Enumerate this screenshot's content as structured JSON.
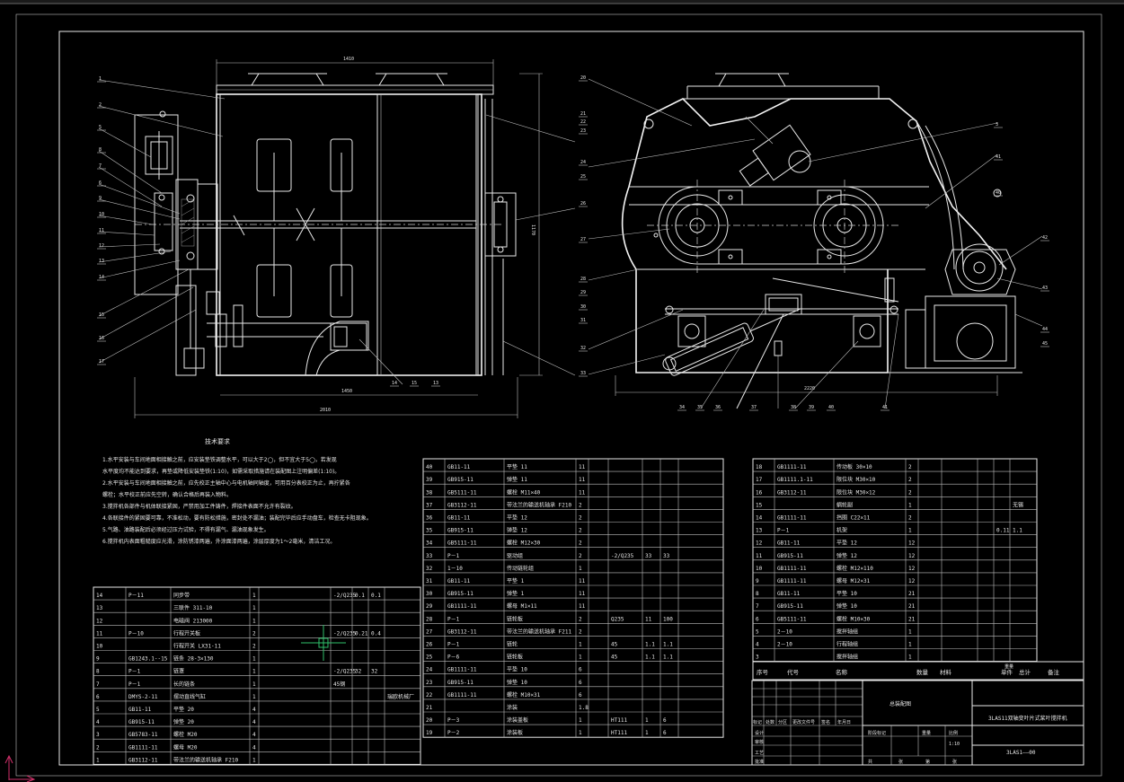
{
  "drawing": {
    "title_block": {
      "main_title": "3LAS11双轴变叶片式桨叶搅拌机",
      "assembly_label": "总装配图",
      "drawing_number": "3LAS1——00",
      "scale": "1:10",
      "header_labels": [
        "标记",
        "处数",
        "分区",
        "更改文件号",
        "签名",
        "年月日"
      ],
      "role_labels": [
        "设计",
        "审核",
        "工艺",
        "批准"
      ],
      "stage_labels": [
        "阶段标记",
        "重量",
        "比例"
      ],
      "sheet_labels": [
        "共",
        "张",
        "第",
        "张"
      ]
    },
    "requirements": {
      "heading": "技术要求",
      "items": [
        "1.水平安装与车间地面相接触之前，应安装垫铁调整水平，可以大于2◯，但不宜大于5◯，若发现",
        "  水平度均不能达到要求，再垫或降低安装垫铁(1:10)，如需采取措施请在装配图上注明偏差(1:10)。",
        "2.水平安装与车间地面相接触之前，应先校正主轴中心与电机轴同轴度，可用百分表校正为止，再拧紧各",
        "  螺栓；水平校正前应先空转，确认合格后再装入物料。",
        "3.搅拌机各部件与机体联接紧固，严禁用加工件铸件，焊接件表面不允许有裂纹。",
        "4.各联接件的紧固要可靠，不准松动，要有防松措施，密封处不漏油；装配完毕后应手动盘车，检查无卡阻现象。",
        "5.气路、油路装配后必须经过压力试验，不得有漏气、漏油现象发生。",
        "6.搅拌机内表面粗糙度应光滑，涂防锈漆两遍，外涂面漆两遍，涂层厚度为1～2毫米，清洁工况。"
      ]
    },
    "dimensions": {
      "top_width": "1410",
      "bottom_inner": "1450",
      "bottom_overall": "2010",
      "height": "1170",
      "side_bottom": "2220"
    },
    "callouts_front_left": [
      "1",
      "2",
      "5",
      "8",
      "7",
      "6",
      "9",
      "10",
      "11",
      "12",
      "13",
      "14",
      "15",
      "16",
      "17"
    ],
    "callouts_front_bottom": [
      "14",
      "15",
      "13"
    ],
    "callouts_side_left": [
      "20",
      "21",
      "22",
      "23",
      "24",
      "25",
      "26",
      "27",
      "28",
      "29",
      "30",
      "31",
      "32",
      "33"
    ],
    "callouts_side_right": [
      "3",
      "41",
      "40",
      "42",
      "43",
      "44",
      "45"
    ],
    "callouts_side_bottom": [
      "34",
      "35",
      "36",
      "37",
      "38",
      "39",
      "40",
      "41"
    ],
    "bom_left": [
      [
        "14",
        "P－11",
        "同步带",
        "1",
        "",
        "-2/Q235",
        "0.1",
        "0.1",
        ""
      ],
      [
        "13",
        "",
        "三联件 311-10",
        "1",
        "",
        "",
        "",
        "",
        ""
      ],
      [
        "12",
        "",
        "电磁阀 213000",
        "1",
        "",
        "",
        "",
        "",
        ""
      ],
      [
        "11",
        "P－10",
        "行程开关板",
        "2",
        "",
        "-2/Q235",
        "0.21",
        "0.4",
        ""
      ],
      [
        "10",
        "",
        "行程开关 LX31-11",
        "2",
        "",
        "",
        "",
        "",
        ""
      ],
      [
        "9",
        "GB1243.1--15",
        "链条 28-3×130",
        "1",
        "",
        "",
        "",
        "",
        ""
      ],
      [
        "8",
        "P－1",
        "链罩",
        "1",
        "",
        "-2/Q235",
        "32",
        "32",
        ""
      ],
      [
        "7",
        "P－1",
        "长的链条",
        "1",
        "",
        "45钢",
        "",
        "",
        ""
      ],
      [
        "6",
        "DMYS-2-11",
        "摆动直线气缸",
        "1",
        "",
        "",
        "",
        "",
        "瑞欧机械厂"
      ],
      [
        "5",
        "GB11-11",
        "平垫 20",
        "4",
        "",
        "",
        "",
        "",
        ""
      ],
      [
        "4",
        "GB915-11",
        "弹垫 20",
        "4",
        "",
        "",
        "",
        "",
        ""
      ],
      [
        "3",
        "GB5783-11",
        "螺栓 M20",
        "4",
        "",
        "",
        "",
        "",
        ""
      ],
      [
        "2",
        "GB1111-11",
        "螺母 M20",
        "4",
        "",
        "",
        "",
        "",
        ""
      ],
      [
        "1",
        "GB3112-11",
        "带法兰的输送机轴承 F210",
        "1",
        "",
        "",
        "",
        "",
        ""
      ]
    ],
    "bom_mid": [
      [
        "40",
        "GB11-11",
        "平垫 11",
        "11",
        "",
        "",
        "",
        "",
        ""
      ],
      [
        "39",
        "GB915-11",
        "弹垫 11",
        "11",
        "",
        "",
        "",
        "",
        ""
      ],
      [
        "38",
        "GB5111-11",
        "螺栓 M11×40",
        "11",
        "",
        "",
        "",
        "",
        ""
      ],
      [
        "37",
        "GB3112-11",
        "带法兰的输送机轴承 F210",
        "2",
        "",
        "",
        "",
        "",
        ""
      ],
      [
        "36",
        "GB11-11",
        "平垫 12",
        "2",
        "",
        "",
        "",
        "",
        ""
      ],
      [
        "35",
        "GB915-11",
        "弹垫 12",
        "2",
        "",
        "",
        "",
        "",
        ""
      ],
      [
        "34",
        "GB5111-11",
        "螺栓 M12×30",
        "2",
        "",
        "",
        "",
        "",
        ""
      ],
      [
        "33",
        "P－1",
        "驱动组",
        "2",
        "",
        "-2/Q235",
        "33",
        "33",
        ""
      ],
      [
        "32",
        "1－10",
        "传动链轮组",
        "1",
        "",
        "",
        "",
        "",
        ""
      ],
      [
        "31",
        "GB11-11",
        "平垫 1",
        "11",
        "",
        "",
        "",
        "",
        ""
      ],
      [
        "30",
        "GB915-11",
        "弹垫 1",
        "11",
        "",
        "",
        "",
        "",
        ""
      ],
      [
        "29",
        "GB1111-11",
        "螺母 M1×11",
        "11",
        "",
        "",
        "",
        "",
        ""
      ],
      [
        "28",
        "P－1",
        "链轮板",
        "2",
        "",
        "Q235",
        "11",
        "100",
        ""
      ],
      [
        "27",
        "GB3112-11",
        "带法兰的输送机轴承 F211",
        "2",
        "",
        "",
        "",
        "",
        ""
      ],
      [
        "26",
        "P－1",
        "链轮",
        "1",
        "",
        "45",
        "1.1",
        "1.1",
        ""
      ],
      [
        "25",
        "P－6",
        "链轮板",
        "1",
        "",
        "45",
        "1.1",
        "1.1",
        ""
      ],
      [
        "24",
        "GB1111-11",
        "平垫 10",
        "6",
        "",
        "",
        "",
        "",
        ""
      ],
      [
        "23",
        "GB915-11",
        "弹垫 10",
        "6",
        "",
        "",
        "",
        "",
        ""
      ],
      [
        "22",
        "GB1111-11",
        "螺栓 M10×31",
        "6",
        "",
        "",
        "",
        "",
        ""
      ],
      [
        "21",
        "",
        "涂装",
        "1.8",
        "",
        "",
        "",
        "",
        ""
      ],
      [
        "20",
        "P－3",
        "涂装盖板",
        "1",
        "",
        "HT111",
        "1",
        "6",
        ""
      ],
      [
        "19",
        "P－2",
        "涂装板",
        "1",
        "",
        "HT111",
        "1",
        "6",
        ""
      ]
    ],
    "bom_right": [
      [
        "18",
        "GB1111-11",
        "传动板 30×10",
        "2",
        "",
        "",
        "",
        "",
        ""
      ],
      [
        "17",
        "GB1111.1-11",
        "限位块 M30×10",
        "2",
        "",
        "",
        "",
        "",
        ""
      ],
      [
        "16",
        "GB3112-11",
        "限位块 M30×12",
        "2",
        "",
        "",
        "",
        "",
        ""
      ],
      [
        "15",
        "",
        "蜗轮副",
        "1",
        "",
        "",
        "",
        "",
        "无锡"
      ],
      [
        "14",
        "GB1111-11",
        "挡圈 C22×11",
        "2",
        "",
        "",
        "",
        "",
        ""
      ],
      [
        "13",
        "P－1",
        "机架",
        "1",
        "",
        "",
        "",
        "0.11",
        "1.1"
      ],
      [
        "12",
        "GB11-11",
        "平垫 12",
        "12",
        "",
        "",
        "",
        "",
        ""
      ],
      [
        "11",
        "GB915-11",
        "弹垫 12",
        "12",
        "",
        "",
        "",
        "",
        ""
      ],
      [
        "10",
        "GB1111-11",
        "螺栓 M12×110",
        "12",
        "",
        "",
        "",
        "",
        ""
      ],
      [
        "9",
        "GB1111-11",
        "螺母 M12×31",
        "12",
        "",
        "",
        "",
        "",
        ""
      ],
      [
        "8",
        "GB11-11",
        "平垫 10",
        "21",
        "",
        "",
        "",
        "",
        ""
      ],
      [
        "7",
        "GB915-11",
        "弹垫 10",
        "21",
        "",
        "",
        "",
        "",
        ""
      ],
      [
        "6",
        "GB5111-11",
        "螺栓 M10×30",
        "21",
        "",
        "",
        "",
        "",
        ""
      ],
      [
        "5",
        "2－10",
        "搅拌轴组",
        "1",
        "",
        "",
        "",
        "",
        ""
      ],
      [
        "4",
        "2－10",
        "行程轴组",
        "1",
        "",
        "",
        "",
        "",
        ""
      ],
      [
        "3",
        "",
        "搅拌轴组",
        "1",
        "",
        "",
        "",
        "",
        ""
      ]
    ],
    "bom_header": [
      "序号",
      "代号",
      "名称",
      "数量",
      "材料",
      "单件",
      "总计",
      "备注"
    ],
    "bom_header_sub": "重量"
  }
}
